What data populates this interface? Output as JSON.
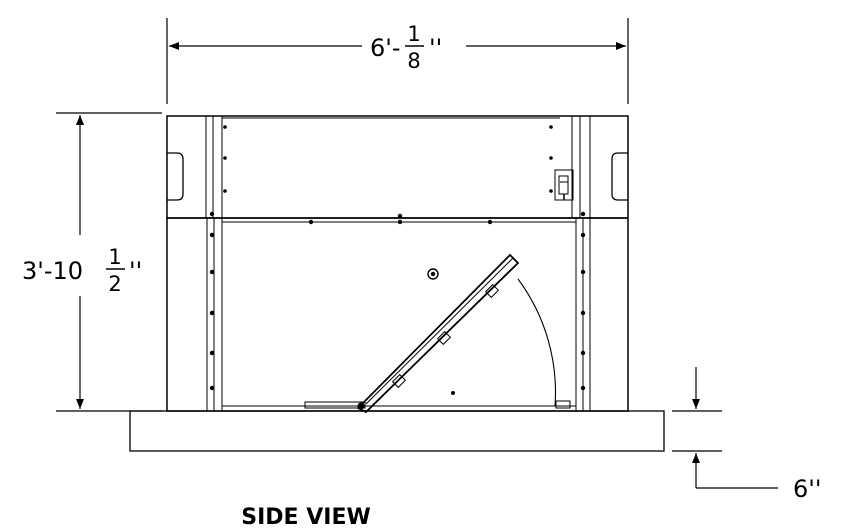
{
  "title": "SIDE VIEW",
  "dimensions": {
    "width": {
      "whole": "6'-",
      "numerator": "1",
      "denominator": "8",
      "unit": "''"
    },
    "height": {
      "whole": "3'-10",
      "numerator": "1",
      "denominator": "2",
      "unit": "''"
    },
    "base": {
      "label": "6''"
    }
  }
}
